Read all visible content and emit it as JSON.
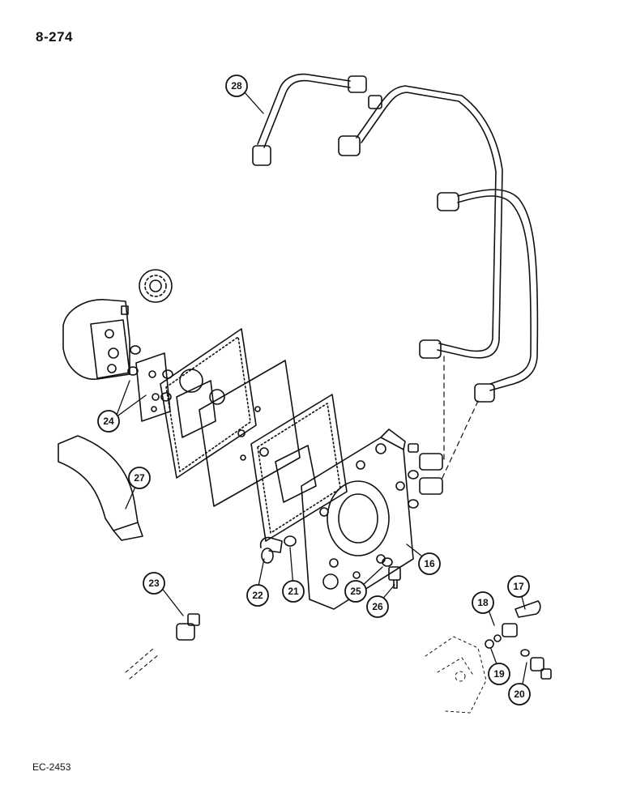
{
  "page": {
    "number": "8-274",
    "reference_code": "EC-2453"
  },
  "callouts": [
    "28",
    "24",
    "27",
    "23",
    "22",
    "21",
    "25",
    "26",
    "16",
    "18",
    "17",
    "19",
    "20"
  ]
}
